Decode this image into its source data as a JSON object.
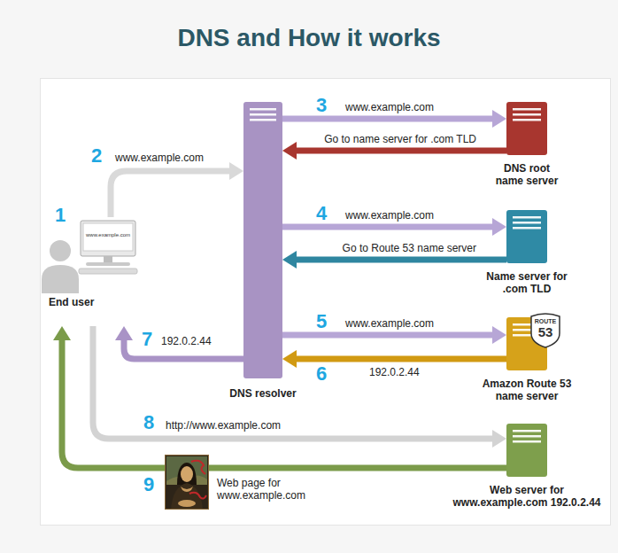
{
  "diagram": {
    "title": "DNS and How it works",
    "nodes": [
      {
        "text": [
          "www.example.com",
          "End user"
        ]
      },
      {
        "text": [
          "DNS resolver"
        ]
      },
      {
        "text": [
          "DNS root name server"
        ]
      },
      {
        "text": [
          "Name server for .com TLD"
        ]
      },
      {
        "text": [
          "Amazon Route 53 name server"
        ]
      },
      {
        "text": [
          "Web server for www.example.com 192.0.2.44"
        ]
      }
    ],
    "edges": [
      {
        "from": 0,
        "to": 1,
        "label": "www.example.com",
        "arrow": "to"
      },
      {
        "from": 1,
        "to": 2,
        "label": "www.example.com",
        "arrow": "to"
      },
      {
        "from": 2,
        "to": 1,
        "label": "Go to name server for .com TLD",
        "arrow": "to"
      },
      {
        "from": 1,
        "to": 3,
        "label": "www.example.com",
        "arrow": "to"
      },
      {
        "from": 3,
        "to": 1,
        "label": "Go to Route 53 name server",
        "arrow": "to"
      },
      {
        "from": 1,
        "to": 4,
        "label": "www.example.com",
        "arrow": "to"
      },
      {
        "from": 4,
        "to": 1,
        "label": "192.0.2.44",
        "arrow": "to"
      },
      {
        "from": 1,
        "to": 0,
        "label": "192.0.2.44",
        "arrow": "to"
      },
      {
        "from": 0,
        "to": 5,
        "label": "http://www.example.com",
        "arrow": "to"
      },
      {
        "from": 5,
        "to": 0,
        "label": "Web page for www.example.com",
        "arrow": "to"
      }
    ],
    "labels": [
      "1",
      "2",
      "3",
      "4",
      "5",
      "6",
      "7",
      "8",
      "9",
      "ROUTE",
      "53"
    ]
  }
}
